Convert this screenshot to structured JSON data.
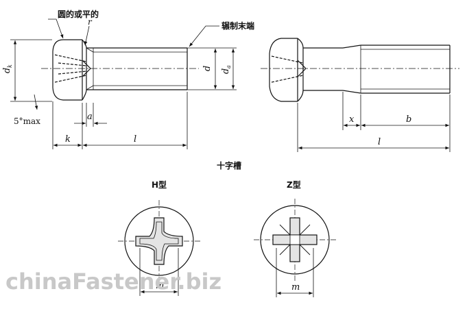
{
  "labels": {
    "round_or_flat": "圆的或平的",
    "r": "r",
    "rolled_end": "辗制末端",
    "dk": "d",
    "dk_sub": "k",
    "d": "d",
    "da": "d",
    "da_sub": "a",
    "five_deg": "5°max",
    "a": "a",
    "k": "k",
    "l_left": "l",
    "x": "x",
    "b": "b",
    "l_right": "l",
    "cross_recess": "十字槽",
    "h_type": "H型",
    "z_type": "Z型",
    "m_h": "m",
    "m_z": "m"
  },
  "watermark": "chinaFastener.biz"
}
